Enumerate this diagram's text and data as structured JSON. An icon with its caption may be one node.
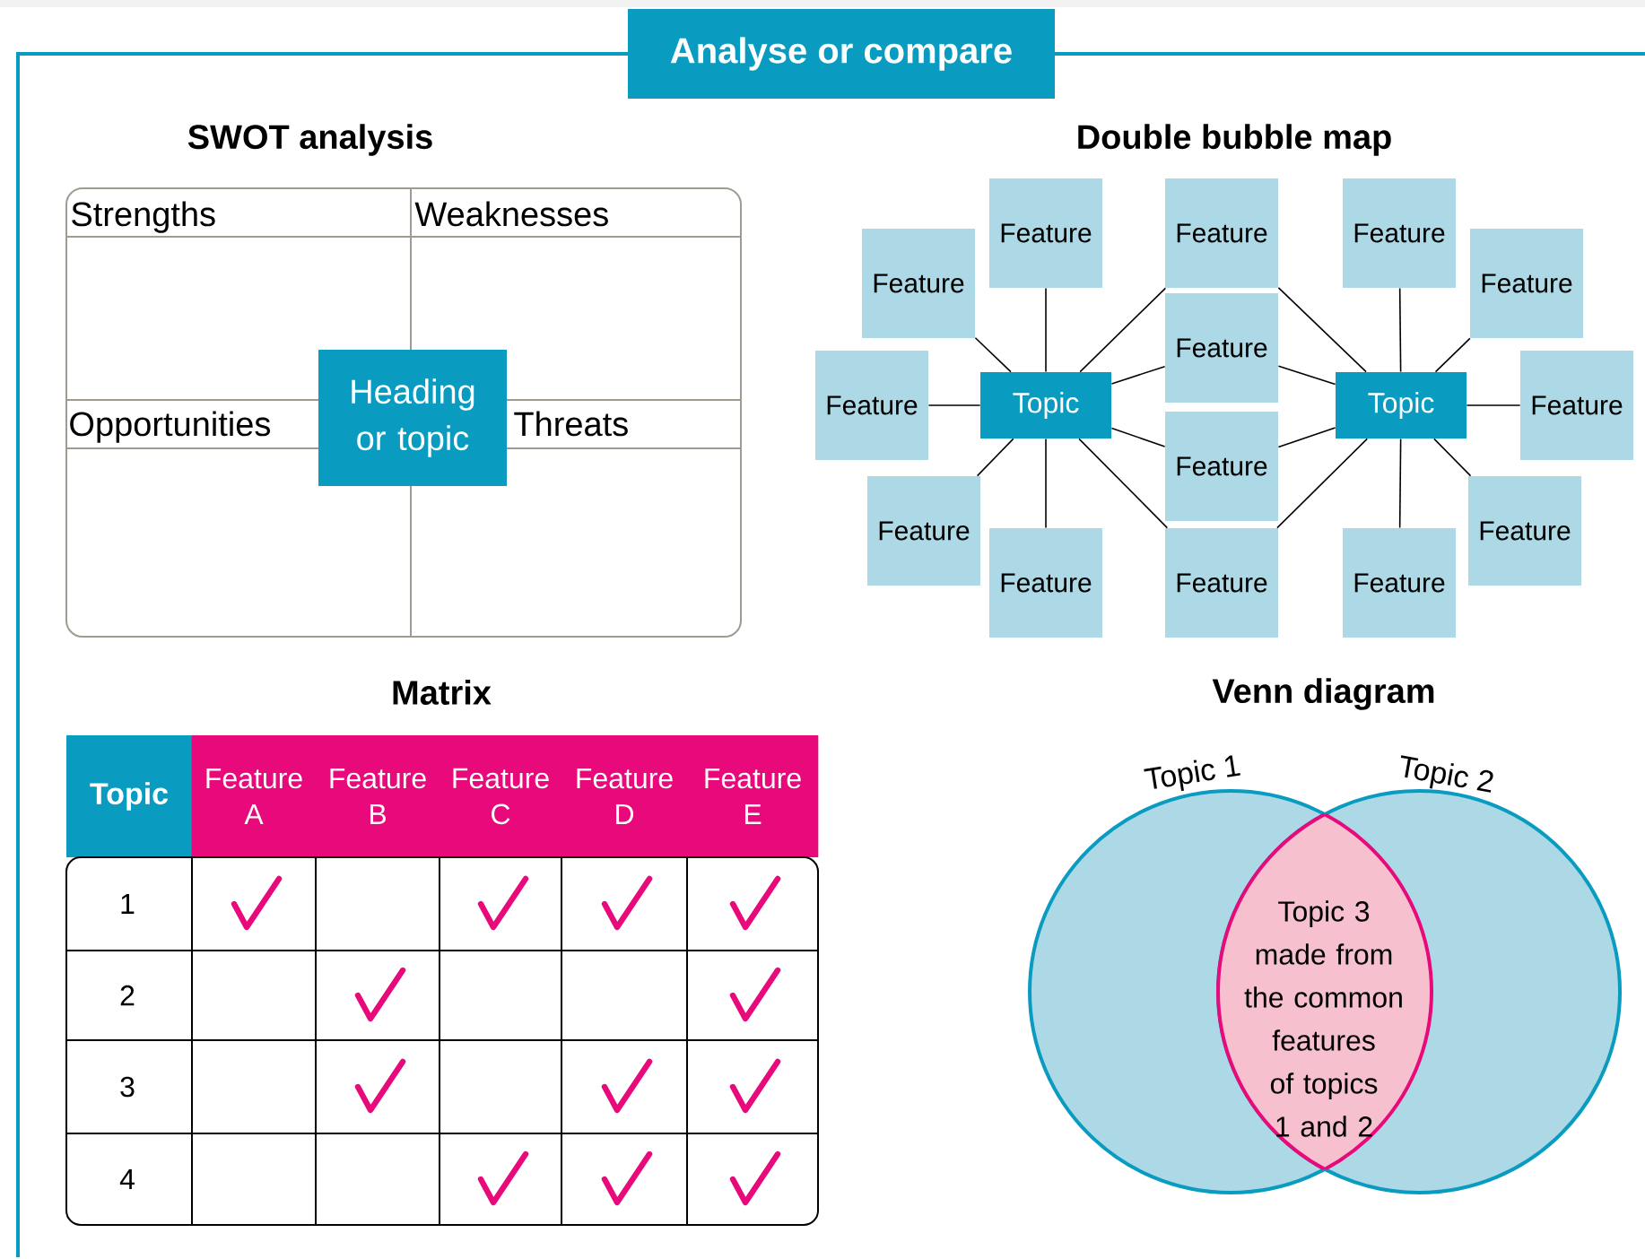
{
  "diagram": {
    "title": "Analyse or compare",
    "nodes": [
      {
        "text": [
          "Heading or topic"
        ]
      },
      {
        "text": [
          "Topic"
        ]
      },
      {
        "text": [
          "Topic"
        ]
      },
      {
        "text": [
          "Feature"
        ]
      },
      {
        "text": [
          "Feature"
        ]
      },
      {
        "text": [
          "Feature"
        ]
      },
      {
        "text": [
          "Feature"
        ]
      },
      {
        "text": [
          "Feature"
        ]
      },
      {
        "text": [
          "Feature"
        ]
      },
      {
        "text": [
          "Feature"
        ]
      },
      {
        "text": [
          "Feature"
        ]
      },
      {
        "text": [
          "Feature"
        ]
      },
      {
        "text": [
          "Feature"
        ]
      },
      {
        "text": [
          "Feature"
        ]
      },
      {
        "text": [
          "Feature"
        ]
      },
      {
        "text": [
          "Feature"
        ]
      },
      {
        "text": [
          "Feature"
        ]
      },
      {
        "text": [
          "Topic 1"
        ]
      },
      {
        "text": [
          "Topic 2"
        ]
      },
      {
        "text": [
          "Topic 3 made from the common features of topics 1 and 2"
        ]
      }
    ],
    "edges": [
      {
        "from": 1,
        "to": 3,
        "arrow": "none"
      },
      {
        "from": 1,
        "to": 4,
        "arrow": "none"
      },
      {
        "from": 1,
        "to": 5,
        "arrow": "none"
      },
      {
        "from": 1,
        "to": 6,
        "arrow": "none"
      },
      {
        "from": 1,
        "to": 7,
        "arrow": "none"
      },
      {
        "from": 1,
        "to": 8,
        "arrow": "none"
      },
      {
        "from": 1,
        "to": 9,
        "arrow": "none"
      },
      {
        "from": 1,
        "to": 10,
        "arrow": "none"
      },
      {
        "from": 1,
        "to": 11,
        "arrow": "none"
      },
      {
        "from": 2,
        "to": 8,
        "arrow": "none"
      },
      {
        "from": 2,
        "to": 9,
        "arrow": "none"
      },
      {
        "from": 2,
        "to": 10,
        "arrow": "none"
      },
      {
        "from": 2,
        "to": 11,
        "arrow": "none"
      },
      {
        "from": 2,
        "to": 12,
        "arrow": "none"
      },
      {
        "from": 2,
        "to": 13,
        "arrow": "none"
      },
      {
        "from": 2,
        "to": 14,
        "arrow": "none"
      },
      {
        "from": 2,
        "to": 15,
        "arrow": "none"
      },
      {
        "from": 2,
        "to": 16,
        "arrow": "none"
      }
    ],
    "labels": [
      "SWOT analysis",
      "Strengths",
      "Weaknesses",
      "Opportunities",
      "Threats",
      "Double bubble map",
      "Matrix",
      "Venn diagram",
      "Topic",
      "Feature A",
      "Feature B",
      "Feature C",
      "Feature D",
      "Feature E",
      "1",
      "2",
      "3",
      "4"
    ]
  }
}
